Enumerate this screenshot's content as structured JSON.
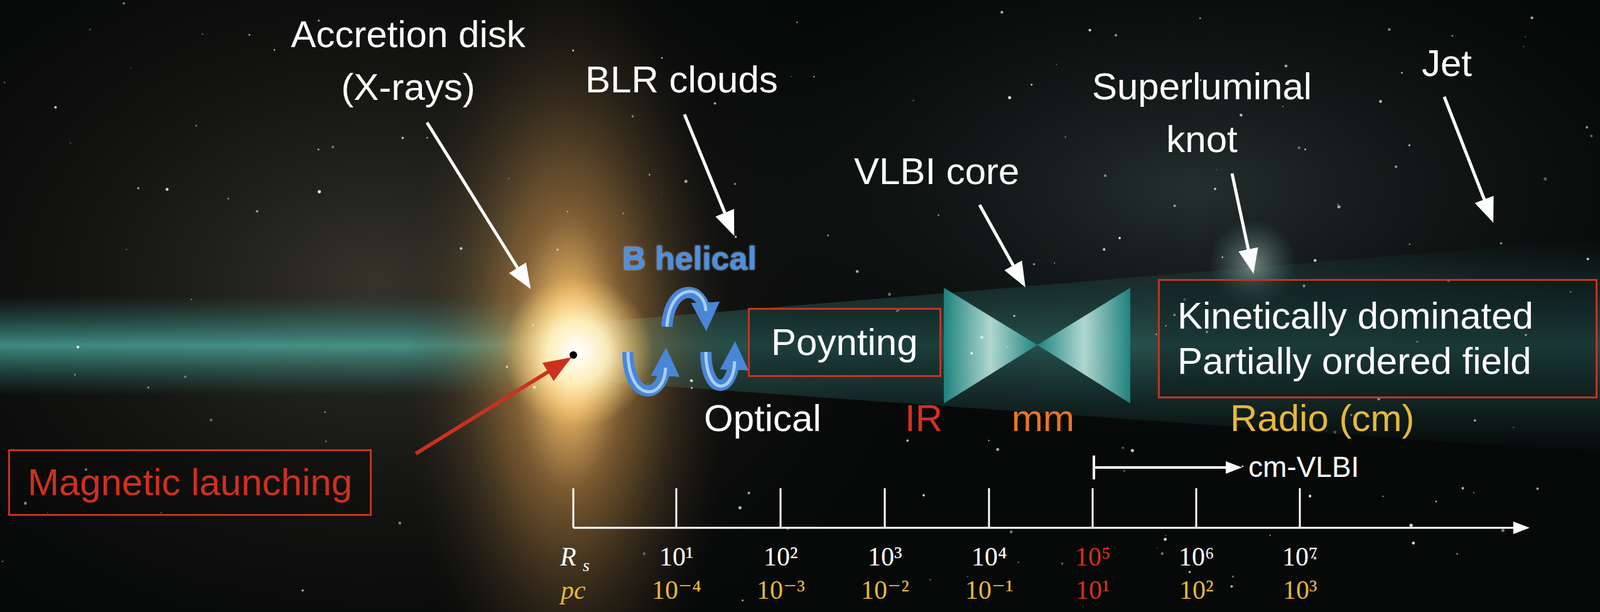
{
  "diagram": {
    "nodes": [
      {
        "text": [
          "Poynting"
        ]
      },
      {
        "text": [
          "Kinetically dominated",
          "Partially ordered field"
        ]
      },
      {
        "text": [
          "Magnetic launching"
        ]
      }
    ],
    "labels": [
      "Accretion disk (X-rays)",
      "BLR clouds",
      "Superluminal knot",
      "Jet",
      "VLBI core",
      "B helical",
      "Optical",
      "IR",
      "mm",
      "Radio (cm)",
      "cm-VLBI",
      "R",
      "s",
      "10¹",
      "10²",
      "10³",
      "10⁴",
      "10⁵",
      "10⁶",
      "10⁷",
      "pc",
      "10⁻⁴",
      "10⁻³",
      "10⁻²",
      "10⁻¹",
      "10¹",
      "10²",
      "10³"
    ]
  }
}
